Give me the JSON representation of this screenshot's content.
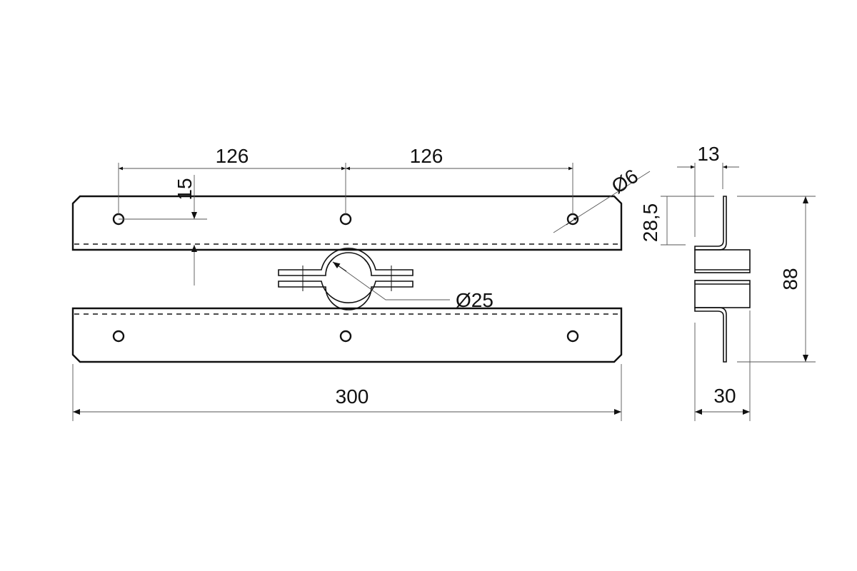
{
  "drawing": {
    "dimensions": {
      "hole_spacing_left": "126",
      "hole_spacing_right": "126",
      "hole_offset": "15",
      "hole_diameter": "Ø6",
      "clamp_diameter": "Ø25",
      "total_length": "300",
      "flange_offset": "13",
      "flange_height": "28,5",
      "total_height": "88",
      "depth": "30"
    }
  }
}
